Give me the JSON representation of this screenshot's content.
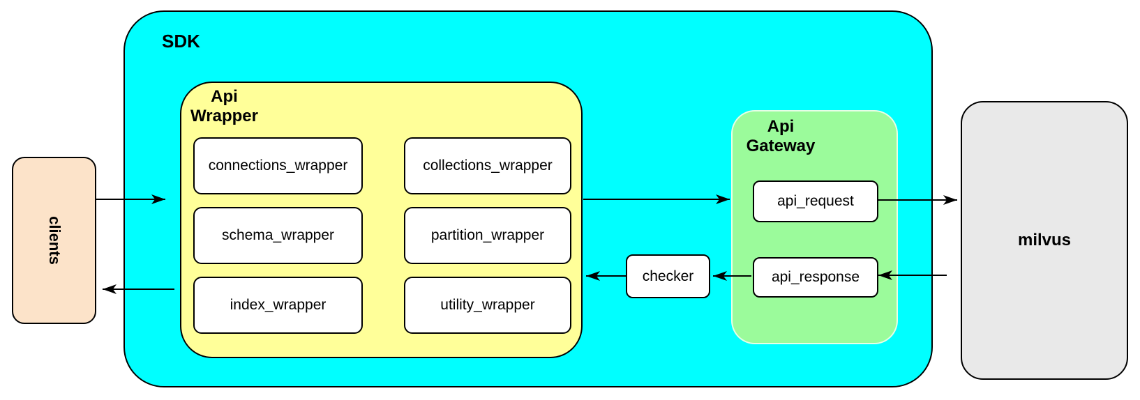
{
  "clients": {
    "label": "clients"
  },
  "sdk": {
    "label": "SDK"
  },
  "api_wrapper": {
    "label": "Api Wrapper",
    "boxes": [
      "connections_wrapper",
      "collections_wrapper",
      "schema_wrapper",
      "partition_wrapper",
      "index_wrapper",
      "utility_wrapper"
    ]
  },
  "checker": {
    "label": "checker"
  },
  "api_gateway": {
    "label": "Api Gateway",
    "boxes": [
      "api_request",
      "api_response"
    ]
  },
  "milvus": {
    "label": "milvus"
  },
  "colors": {
    "sdk_fill": "#00FFFF",
    "api_wrapper_fill": "#FFFF99",
    "api_gateway_fill": "#9BFB9B",
    "clients_fill": "#FCE3C9",
    "milvus_fill": "#E9E9E9",
    "box_fill": "#FFFFFF",
    "stroke": "#000000"
  },
  "arrows": [
    {
      "from": "clients",
      "to": "sdk"
    },
    {
      "from": "api_wrapper",
      "to": "api_gateway"
    },
    {
      "from": "api_request",
      "to": "milvus"
    },
    {
      "from": "milvus",
      "to": "api_response"
    },
    {
      "from": "api_response",
      "to": "checker"
    },
    {
      "from": "checker",
      "to": "api_wrapper"
    },
    {
      "from": "api_wrapper",
      "to": "clients"
    }
  ]
}
